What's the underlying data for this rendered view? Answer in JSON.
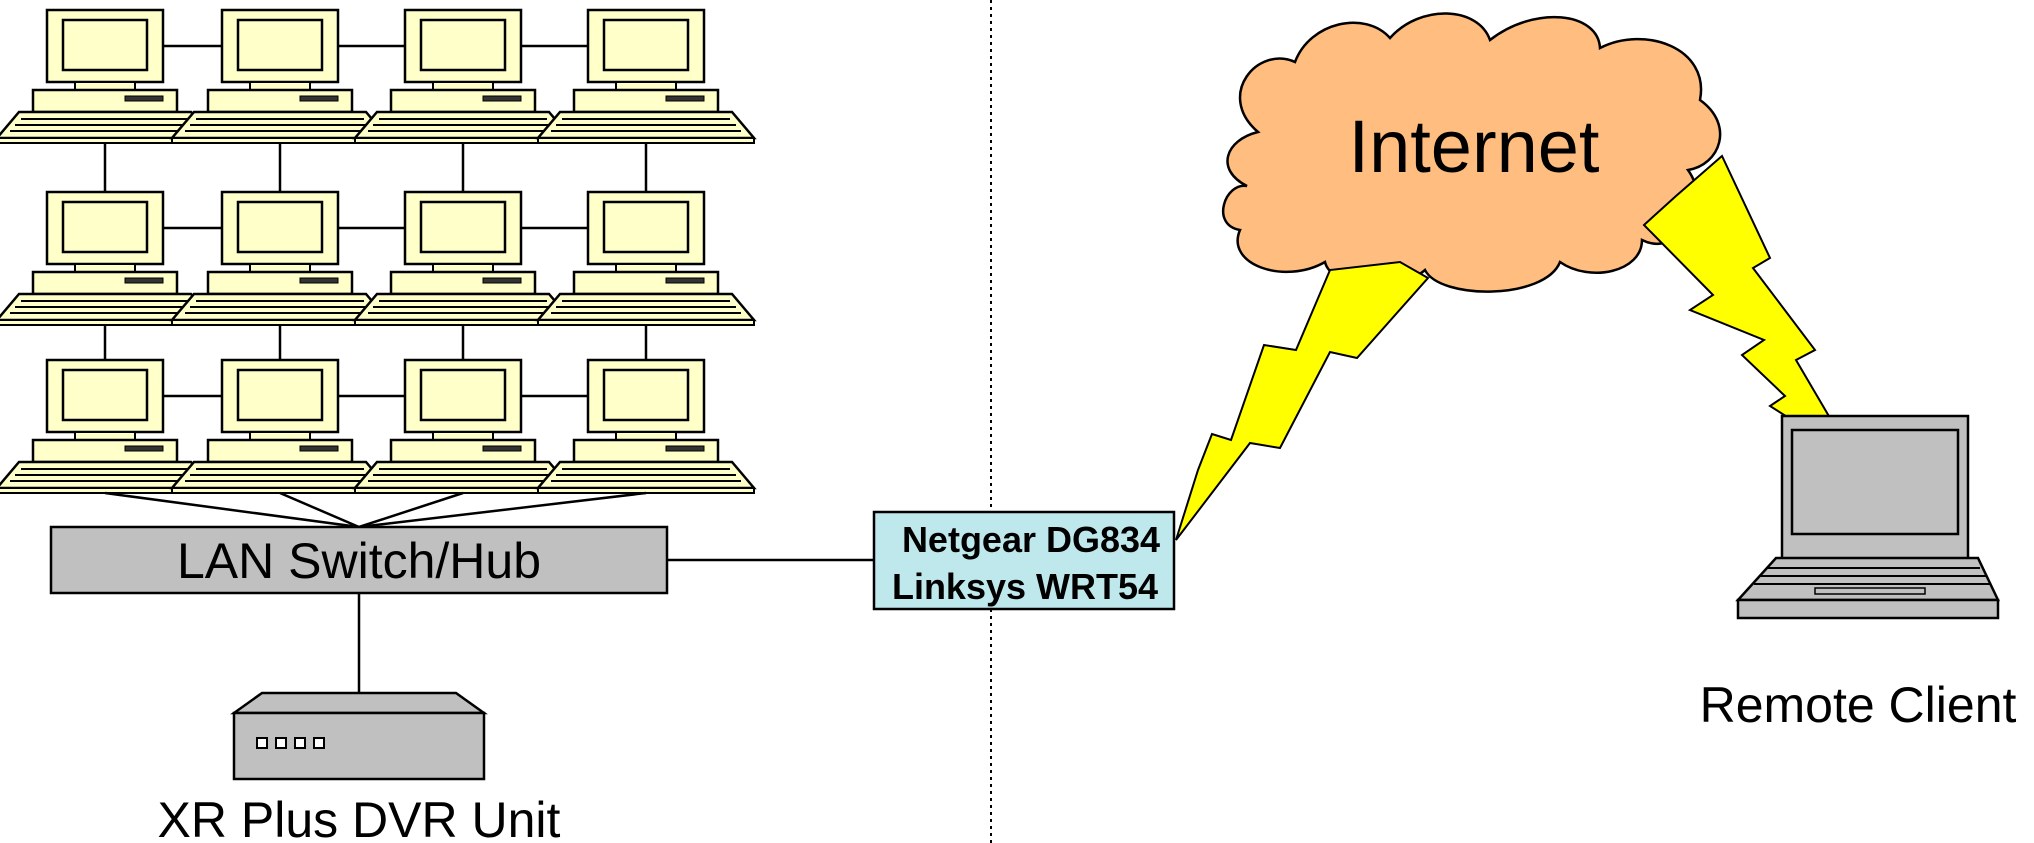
{
  "labels": {
    "internet": "Internet",
    "switch": "LAN Switch/Hub",
    "router_line1": "Netgear DG834",
    "router_line2": "Linksys WRT54",
    "dvr": "XR Plus DVR Unit",
    "remote": "Remote Client"
  },
  "workstations": {
    "rows": 3,
    "columns": 4
  },
  "colors": {
    "pc_body": "#FFFFC9",
    "cloud": "#FFBE80",
    "lightning": "#FFFF00",
    "router": "#BFE8EC",
    "gray_device": "#C0C0C0",
    "outline": "#000000"
  }
}
